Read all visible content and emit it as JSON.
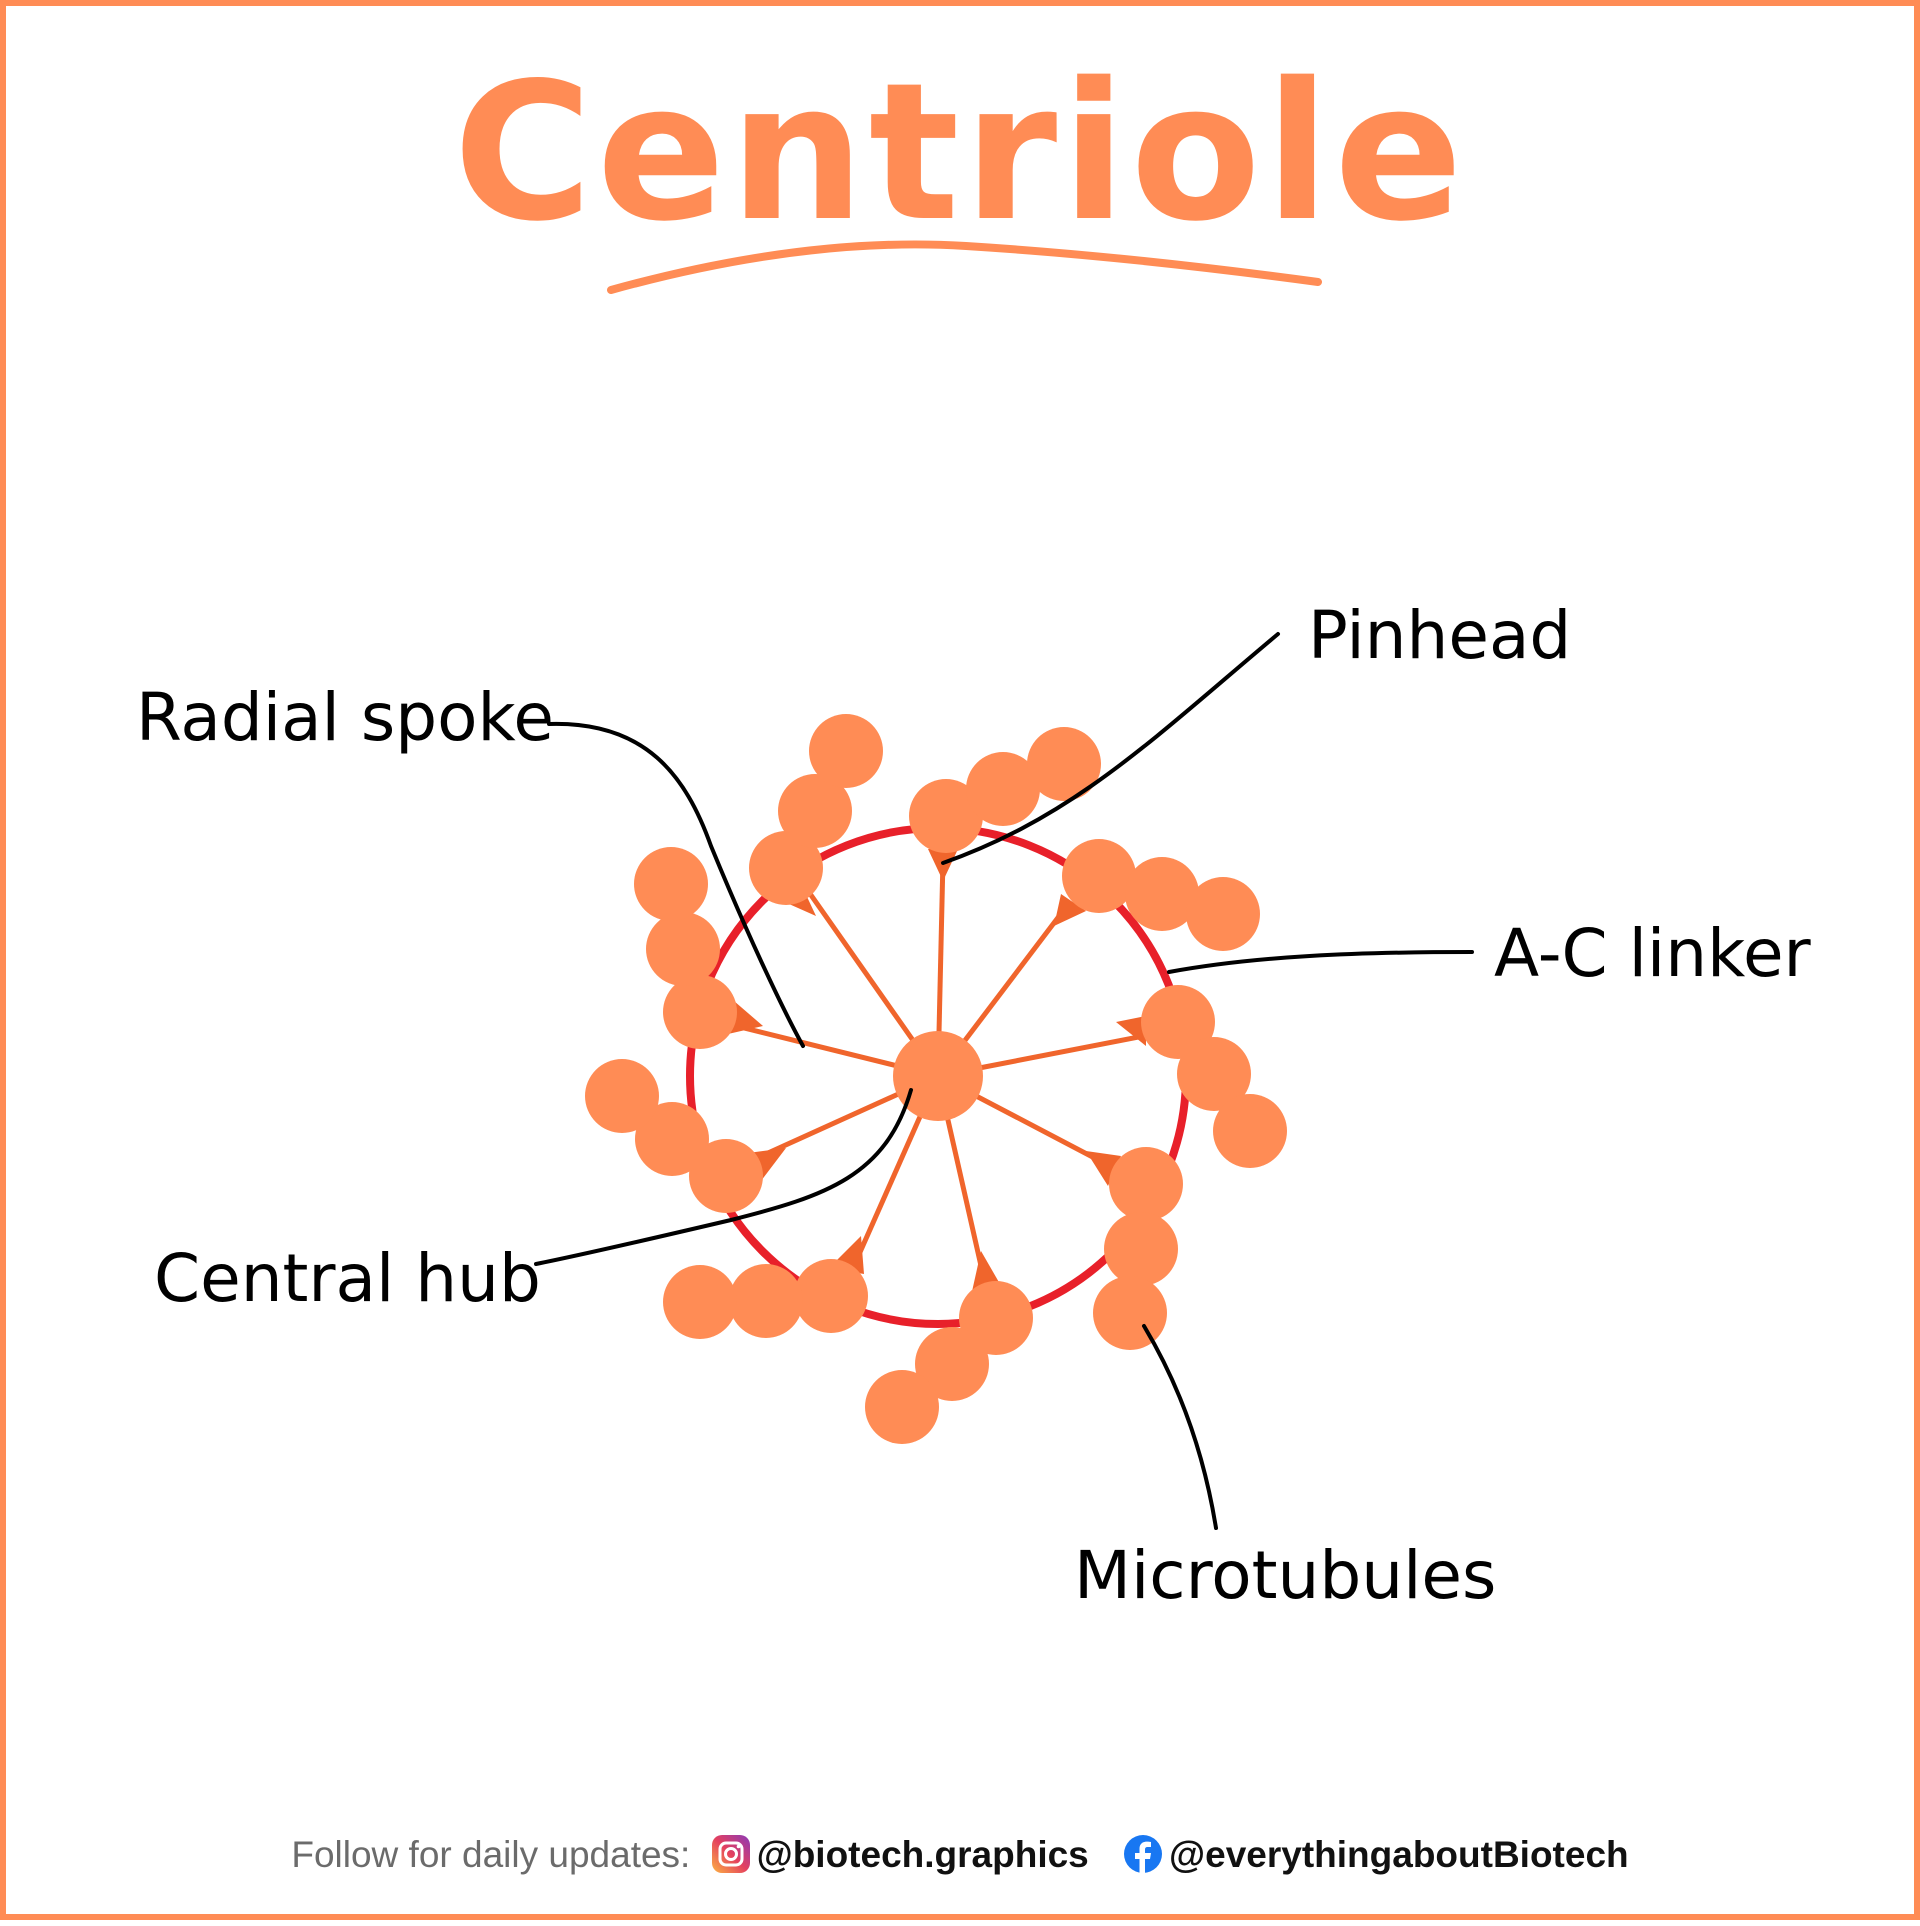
{
  "title": "Centriole",
  "labels": {
    "radial_spoke": "Radial spoke",
    "pinhead": "Pinhead",
    "ac_linker": "A-C linker",
    "central_hub": "Central hub",
    "microtubules": "Microtubules"
  },
  "footer": {
    "lead": "Follow for daily updates:",
    "instagram_handle": "@biotech.graphics",
    "facebook_handle": "@everythingaboutBiotech",
    "instagram_icon": "instagram-icon",
    "facebook_icon": "facebook-icon"
  },
  "colors": {
    "accent": "#FF8C55",
    "spoke": "#F0652C",
    "ring": "#E8202A",
    "facebook": "#1877F2"
  }
}
